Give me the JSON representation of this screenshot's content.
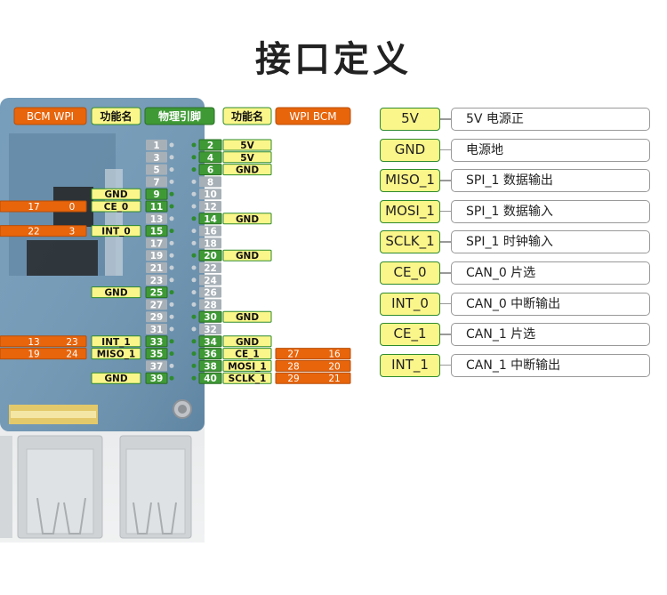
{
  "title": "接口定义",
  "colors": {
    "orange": "#e8650c",
    "yellow": "#fbf68a",
    "green": "#3f9a36",
    "board": "#6f98b7"
  },
  "header": {
    "bcm_wpi_left": "BCM  WPI",
    "func_left": "功能名",
    "physical": "物理引脚",
    "func_right": "功能名",
    "wpi_bcm_right": "WPI  BCM"
  },
  "pins": [
    {
      "left": "1",
      "right": "2",
      "rfunc": "5V"
    },
    {
      "left": "3",
      "right": "4",
      "rfunc": "5V"
    },
    {
      "left": "5",
      "right": "6",
      "rfunc": "GND"
    },
    {
      "left": "7",
      "right": "8"
    },
    {
      "left": "9",
      "right": "10",
      "lfunc": "GND"
    },
    {
      "left": "11",
      "right": "12",
      "lfunc": "CE_0",
      "lbcm": "17",
      "lwpi": "0"
    },
    {
      "left": "13",
      "right": "14",
      "rfunc": "GND"
    },
    {
      "left": "15",
      "right": "16",
      "lfunc": "INT_0",
      "lbcm": "22",
      "lwpi": "3"
    },
    {
      "left": "17",
      "right": "18"
    },
    {
      "left": "19",
      "right": "20",
      "rfunc": "GND"
    },
    {
      "left": "21",
      "right": "22"
    },
    {
      "left": "23",
      "right": "24"
    },
    {
      "left": "25",
      "right": "26",
      "lfunc": "GND"
    },
    {
      "left": "27",
      "right": "28"
    },
    {
      "left": "29",
      "right": "30",
      "rfunc": "GND"
    },
    {
      "left": "31",
      "right": "32"
    },
    {
      "left": "33",
      "right": "34",
      "lfunc": "INT_1",
      "lbcm": "13",
      "lwpi": "23",
      "rfunc": "GND"
    },
    {
      "left": "35",
      "right": "36",
      "lfunc": "MISO_1",
      "lbcm": "19",
      "lwpi": "24",
      "rfunc": "CE_1",
      "rwpi": "27",
      "rbcm": "16"
    },
    {
      "left": "37",
      "right": "38",
      "rfunc": "MOSI_1",
      "rwpi": "28",
      "rbcm": "20"
    },
    {
      "left": "39",
      "right": "40",
      "lfunc": "GND",
      "rfunc": "SCLK_1",
      "rwpi": "29",
      "rbcm": "21"
    }
  ],
  "legend": [
    {
      "key": "5V",
      "desc": "5V 电源正"
    },
    {
      "key": "GND",
      "desc": "电源地"
    },
    {
      "key": "MISO_1",
      "desc": "SPI_1 数据输出"
    },
    {
      "key": "MOSI_1",
      "desc": "SPI_1 数据输入"
    },
    {
      "key": "SCLK_1",
      "desc": "SPI_1 时钟输入"
    },
    {
      "key": "CE_0",
      "desc": "CAN_0 片选"
    },
    {
      "key": "INT_0",
      "desc": "CAN_0 中断输出"
    },
    {
      "key": "CE_1",
      "desc": "CAN_1 片选"
    },
    {
      "key": "INT_1",
      "desc": "CAN_1 中断输出"
    }
  ]
}
